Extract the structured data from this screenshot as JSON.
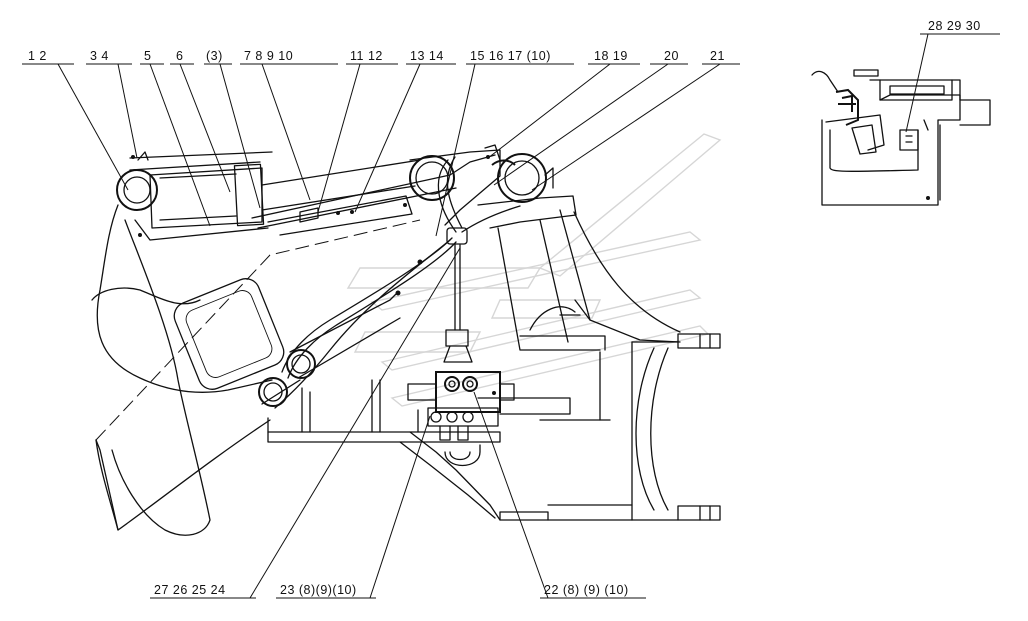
{
  "callouts_top": [
    "1 2",
    "3 4",
    "5",
    "6",
    "(3)",
    "7 8 9 10",
    "11 12",
    "13 14",
    "15 16 17 (10)",
    "18 19",
    "20",
    "21"
  ],
  "callouts_bottom": [
    "27 26 25 24",
    "23 (8)(9)(10)",
    "22 (8) (9) (10)"
  ],
  "callout_inset": "28 29 30"
}
